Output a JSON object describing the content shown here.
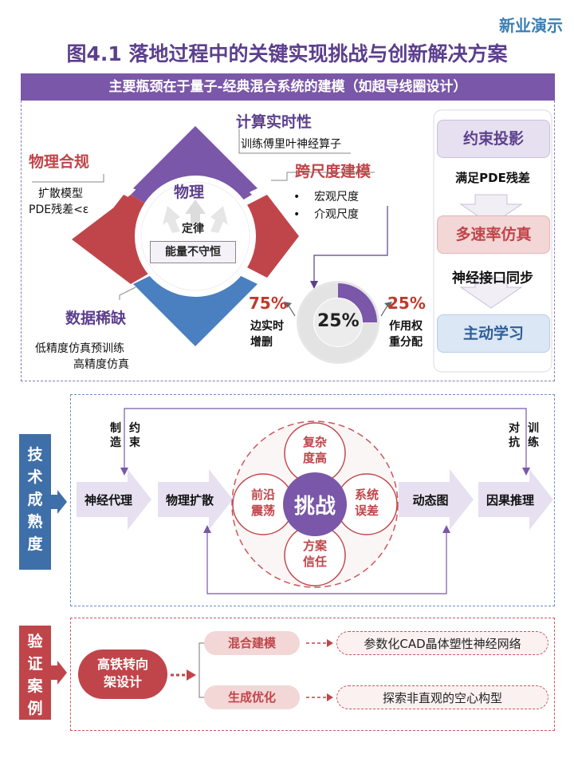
{
  "corner_tag": "新业演示",
  "title": "图4.1  落地过程中的关键实现挑战与创新解决方案",
  "section1": {
    "banner": "主要瓶颈在于量子-经典混合系统的建模（如超导线圈设计）",
    "top_label": "计算实时性",
    "top_desc": "训练傅里叶神经算子",
    "right_label": "跨尺度建模",
    "right_bullets": [
      "宏观尺度",
      "介观尺度"
    ],
    "left_label": "物理合规",
    "left_desc": [
      "扩散模型",
      "PDE残差<ε"
    ],
    "bottom_label": "数据稀缺",
    "bottom_desc": [
      "低精度仿真预训练",
      "高精度仿真"
    ],
    "circle_title": "物理",
    "circle_sub": "定律",
    "circle_box": "能量不守恒",
    "donut_center": "25%",
    "donut_value": 0.25,
    "pct_left": "75%",
    "pct_left_desc": [
      "边实时",
      "增删"
    ],
    "pct_right": "25%",
    "pct_right_desc": [
      "作用权",
      "重分配"
    ],
    "flow": {
      "box1": "约束投影",
      "step1": "满足PDE残差",
      "box2": "多速率仿真",
      "step2": "神经接口同步",
      "box3": "主动学习"
    }
  },
  "section2": {
    "side_label": [
      "技",
      "术",
      "成",
      "熟",
      "度"
    ],
    "arrows": [
      "神经代理",
      "物理扩散",
      "动态图",
      "因果推理"
    ],
    "hub": "挑战",
    "petals": [
      "复杂度高",
      "系统误差",
      "方案信任",
      "前沿震荡"
    ],
    "label_constraint": [
      "制造",
      "约束"
    ],
    "label_adversarial": [
      "对抗",
      "训练"
    ]
  },
  "section3": {
    "side_label": [
      "验",
      "证",
      "案",
      "例"
    ],
    "case": [
      "高铁转向",
      "架设计"
    ],
    "methods": [
      "混合建模",
      "生成优化"
    ],
    "results": [
      "参数化CAD晶体塑性神经网络",
      "探索非直观的空心构型"
    ]
  },
  "colors": {
    "purple": "#7a57a8",
    "red": "#c0454a",
    "blue": "#4a7fc0",
    "pink_fill": "#f3d6d6",
    "lavender": "#e6e0f0",
    "light_blue": "#dbe7f4"
  }
}
